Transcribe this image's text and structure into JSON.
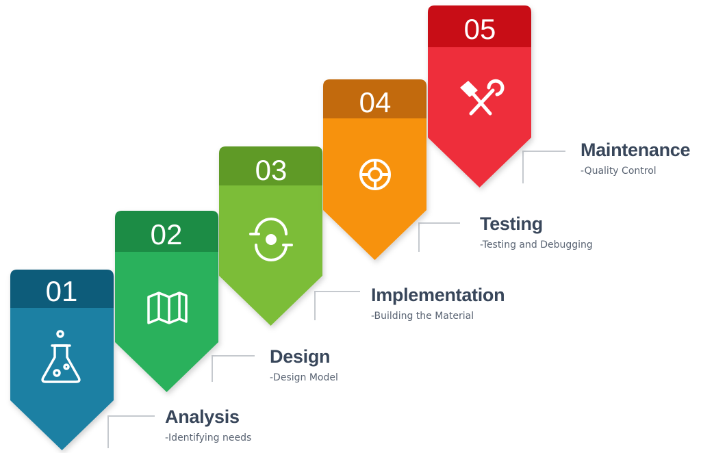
{
  "steps": [
    {
      "number": "01",
      "title": "Analysis",
      "subtitle": "-Identifying needs",
      "icon": "flask-icon",
      "color": "#1f80a3",
      "header_color": "#0f5c7a"
    },
    {
      "number": "02",
      "title": "Design",
      "subtitle": "-Design Model",
      "icon": "map-icon",
      "color": "#2bb15c",
      "header_color": "#1e8c45"
    },
    {
      "number": "03",
      "title": "Implementation",
      "subtitle": "-Building the Material",
      "icon": "cycle-icon",
      "color": "#7cbd38",
      "header_color": "#5e9a26"
    },
    {
      "number": "04",
      "title": "Testing",
      "subtitle": "-Testing and Debugging",
      "icon": "lifebuoy-icon",
      "color": "#f7920f",
      "header_color": "#c26b09"
    },
    {
      "number": "05",
      "title": "Maintenance",
      "subtitle": "-Quality Control",
      "icon": "tools-icon",
      "color": "#ee2e3a",
      "header_color": "#c81119"
    }
  ]
}
